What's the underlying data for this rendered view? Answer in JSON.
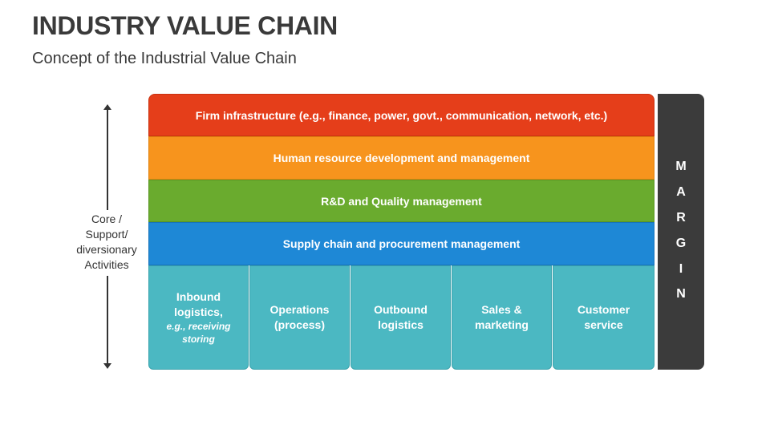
{
  "header": {
    "title": "INDUSTRY VALUE CHAIN",
    "subtitle": "Concept of the Industrial Value Chain"
  },
  "side_label": {
    "lines": [
      "Core /",
      "Support/",
      "diversionary",
      "Activities"
    ]
  },
  "support_activities": [
    {
      "label": "Firm infrastructure (e.g., finance, power, govt., communication, network, etc.)",
      "color": "#e53e1a"
    },
    {
      "label": "Human resource development and management",
      "color": "#f7941d"
    },
    {
      "label": "R&D and Quality management",
      "color": "#6aab2e"
    },
    {
      "label": "Supply chain and procurement management",
      "color": "#1e88d6"
    }
  ],
  "primary_activities": [
    {
      "lines": [
        "Inbound",
        "logistics,"
      ],
      "note": [
        "e.g., receiving",
        "storing"
      ]
    },
    {
      "lines": [
        "Operations",
        "(process)"
      ]
    },
    {
      "lines": [
        "Outbound",
        "logistics"
      ]
    },
    {
      "lines": [
        "Sales &",
        "marketing"
      ]
    },
    {
      "lines": [
        "Customer",
        "service"
      ]
    }
  ],
  "primary_color": "#4bb8c2",
  "margin": {
    "letters": [
      "M",
      "A",
      "R",
      "G",
      "I",
      "N"
    ],
    "color": "#3b3b3b"
  }
}
